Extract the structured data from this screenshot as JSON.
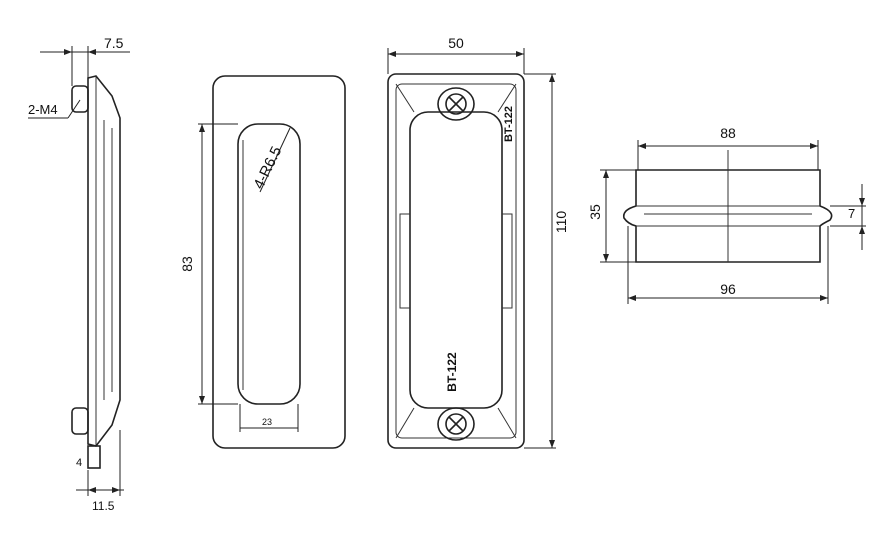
{
  "side_view": {
    "dim_top": "7.5",
    "thread_label": "2-M4",
    "dim_bottom_small": "4",
    "dim_bottom": "11.5"
  },
  "front_view": {
    "radius_label": "4-R6.5",
    "height_dim": "83",
    "width_dim": "23"
  },
  "back_view": {
    "width_dim": "50",
    "height_dim": "110",
    "stamp_top": "BT-122",
    "stamp_bottom": "BT-122"
  },
  "end_view": {
    "top_dim": "88",
    "bottom_dim": "96",
    "height_dim": "35",
    "step_dim": "7"
  }
}
